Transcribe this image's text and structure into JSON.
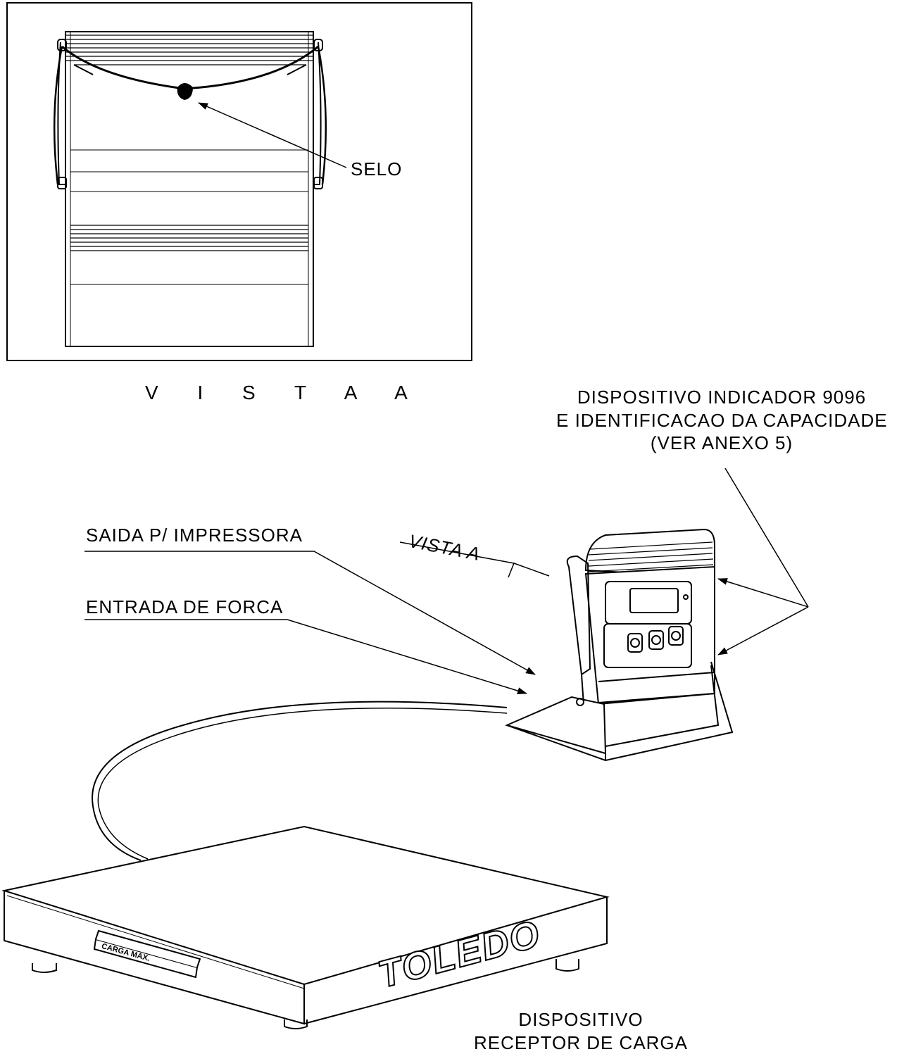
{
  "view_a": {
    "caption": "V I S T A   A",
    "seal_label": "SELO"
  },
  "indicator": {
    "line1": "DISPOSITIVO INDICADOR 9096",
    "line2": "E IDENTIFICACAO DA CAPACIDADE",
    "line3": "(VER ANEXO 5)"
  },
  "callouts": {
    "printer_output": "SAIDA P/ IMPRESSORA",
    "power_input": "ENTRADA DE FORCA",
    "view_a_marker": "VISTA A"
  },
  "platform": {
    "brand": "TOLEDO",
    "plate": "CARGA MAX.",
    "line1": "DISPOSITIVO",
    "line2": "RECEPTOR DE CARGA"
  }
}
